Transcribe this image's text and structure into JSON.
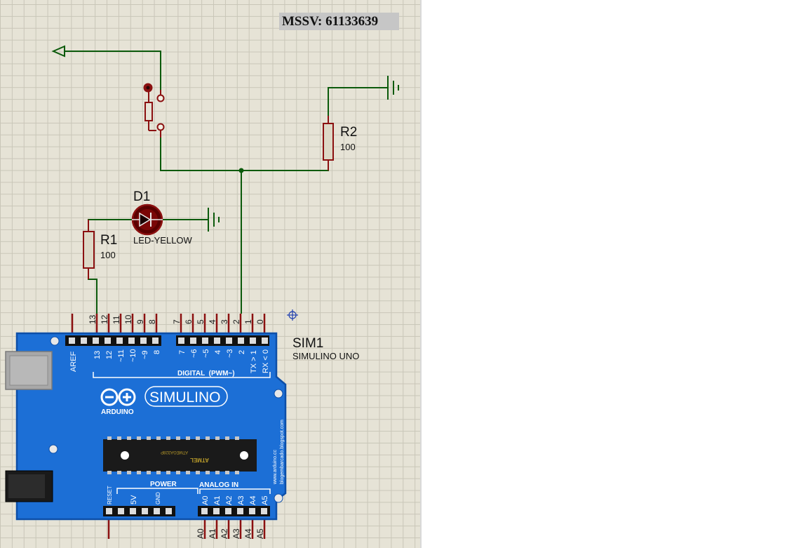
{
  "title_tag": "MSSV: 61133639",
  "colors": {
    "wire": "#0b5a0b",
    "component": "#8b1010",
    "board": "#1c6fd6",
    "board_dark": "#0d4fa8",
    "sheet": "#e6e3d6",
    "grid": "#c9c6b8"
  },
  "components": {
    "r1": {
      "ref": "R1",
      "value": "100"
    },
    "r2": {
      "ref": "R2",
      "value": "100"
    },
    "d1": {
      "ref": "D1",
      "value": "LED-YELLOW"
    },
    "sim1": {
      "ref": "SIM1",
      "value": "SIMULINO UNO"
    }
  },
  "board": {
    "digital_top_pins": [
      "13",
      "12",
      "11",
      "10",
      "9",
      "8",
      "7",
      "6",
      "5",
      "4",
      "3",
      "2",
      "1",
      "0"
    ],
    "aref": "AREF",
    "digital_labels_left": [
      "13",
      "12",
      "~11",
      "~10",
      "~9",
      "8"
    ],
    "digital_labels_right": [
      "7",
      "~6",
      "~5",
      "4",
      "~3",
      "2",
      "TX > 1",
      "RX < 0"
    ],
    "digital_caption": "DIGITAL  (PWM~)",
    "logo_text": "SIMULINO",
    "arduino_text": "ARDUINO",
    "chip_text": "ATMEL",
    "chip_subtext": "ATMEGA328P",
    "side_text_1": "www.arduino.cc",
    "side_text_2": "blogembarcado.blogspot.com",
    "power_caption": "POWER",
    "power_labels": [
      "RESET",
      "5V",
      "GND"
    ],
    "analog_caption": "ANALOG IN",
    "analog_labels": [
      "A0",
      "A1",
      "A2",
      "A3",
      "A4",
      "A5"
    ],
    "analog_pins_bottom": [
      "A0",
      "A1",
      "A2",
      "A3",
      "A4",
      "A5"
    ]
  }
}
